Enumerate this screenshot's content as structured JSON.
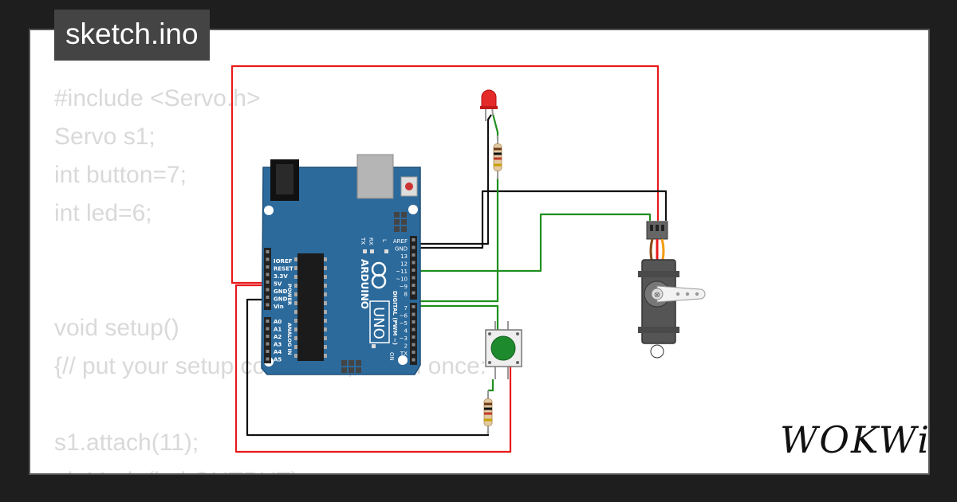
{
  "title": "sketch.ino",
  "brand": "WOKWi",
  "code_lines": [
    "#include <Servo.h>",
    "Servo s1;",
    "int button=7;",
    "int led=6;",
    "",
    "",
    "void setup()",
    "{// put your setup code here, to run once:",
    "",
    "s1.attach(11);",
    "pinMode(led,OUTPUT);"
  ],
  "board": {
    "name": "ARDUINO",
    "model": "UNO",
    "power_pins": [
      "IOREF",
      "RESET",
      "3.3V",
      "5V",
      "GND",
      "GND",
      "Vin"
    ],
    "power_label": "POWER",
    "analog_pins": [
      "A0",
      "A1",
      "A2",
      "A3",
      "A4",
      "A5"
    ],
    "analog_label": "ANALOG IN",
    "digital_top": [
      "AREF",
      "GND",
      "13",
      "12",
      "~11",
      "~10",
      "~9",
      "8"
    ],
    "digital_bottom": [
      "7",
      "~6",
      "~5",
      "4",
      "~3",
      "2",
      "TX",
      "RX"
    ],
    "digital_label": "DIGITAL (PWM ~)",
    "led_labels": [
      "TX",
      "RX",
      "L",
      "ON"
    ]
  },
  "colors": {
    "board": "#2c6a9c",
    "wire_red": "#e8191b",
    "wire_black": "#111111",
    "wire_green": "#1f8f1f",
    "button_cap": "#1e8a2e",
    "led": "#e52a2a",
    "servo_body": "#555555"
  }
}
